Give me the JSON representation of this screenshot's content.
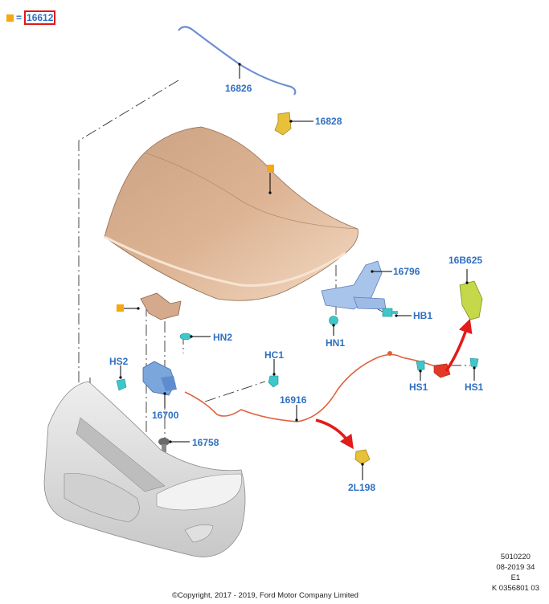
{
  "legend": {
    "marker_color": "#f5a80f",
    "equals": "=",
    "part_code": "16612",
    "highlight_color": "#e01818"
  },
  "labels": {
    "p16826": "16826",
    "p16828": "16828",
    "p16796": "16796",
    "p16B625": "16B625",
    "hb1": "HB1",
    "hn1": "HN1",
    "hn2": "HN2",
    "hs2": "HS2",
    "hc1": "HC1",
    "p16700": "16700",
    "p16916": "16916",
    "hs1_a": "HS1",
    "hs1_b": "HS1",
    "p16758": "16758",
    "p2L198": "2L198"
  },
  "reference": {
    "line1": "5010220",
    "line2": "08-2019 34",
    "line3": "E1",
    "line4": "K 0356801 03"
  },
  "copyright": "©Copyright, 2017 - 2019, Ford Motor Company Limited",
  "colors": {
    "label_blue": "#2f6fc0",
    "hood": "#d9ad8a",
    "cable": "#e0623c",
    "bracket_blue": "#7aa6dc",
    "clip_cyan": "#3fc6c9",
    "yellow_part": "#e8c13a",
    "green_part": "#c4d84a",
    "arrow_red": "#e21b1b"
  }
}
